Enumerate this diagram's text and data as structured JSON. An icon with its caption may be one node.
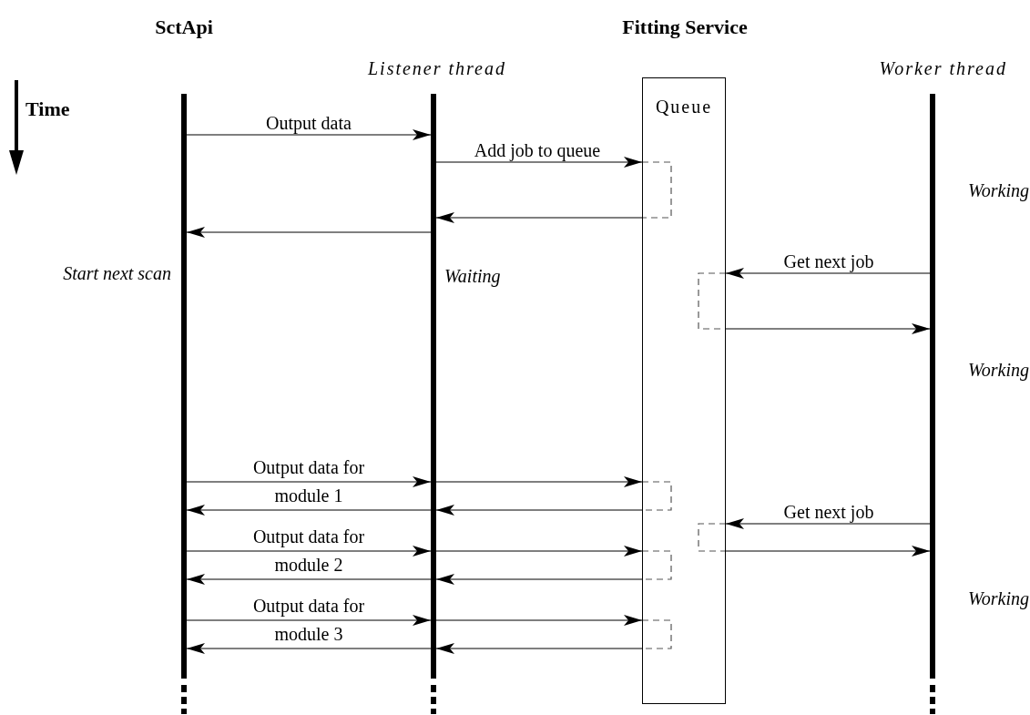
{
  "diagram": {
    "nodes": [
      {
        "text": [
          "SctApi"
        ],
        "beside": [
          "Start next scan"
        ]
      },
      {
        "text": [
          "Listener thread"
        ],
        "beside": [
          "Waiting"
        ]
      },
      {
        "text": [
          "Queue"
        ]
      },
      {
        "text": [
          "Worker thread"
        ],
        "beside": [
          "Working",
          "Working",
          "Working"
        ]
      }
    ],
    "edges": [
      {
        "from": 0,
        "to": 1,
        "arrow": "to",
        "label": "Output data"
      },
      {
        "from": 1,
        "to": 2,
        "arrow": "to",
        "label": "Add job to queue"
      },
      {
        "from": 2,
        "to": 1,
        "arrow": "to"
      },
      {
        "from": 1,
        "to": 0,
        "arrow": "to"
      },
      {
        "from": 3,
        "to": 2,
        "arrow": "to",
        "label": "Get next job"
      },
      {
        "from": 2,
        "to": 3,
        "arrow": "to"
      },
      {
        "from": 0,
        "to": 1,
        "arrow": "to",
        "label": "Output data for module 1"
      },
      {
        "from": 1,
        "to": 2,
        "arrow": "to"
      },
      {
        "from": 2,
        "to": 1,
        "arrow": "to"
      },
      {
        "from": 1,
        "to": 0,
        "arrow": "to"
      },
      {
        "from": 3,
        "to": 2,
        "arrow": "to",
        "label": "Get next job"
      },
      {
        "from": 2,
        "to": 3,
        "arrow": "to"
      },
      {
        "from": 0,
        "to": 1,
        "arrow": "to",
        "label": "Output data for module 2"
      },
      {
        "from": 1,
        "to": 2,
        "arrow": "to"
      },
      {
        "from": 2,
        "to": 1,
        "arrow": "to"
      },
      {
        "from": 1,
        "to": 0,
        "arrow": "to"
      },
      {
        "from": 0,
        "to": 1,
        "arrow": "to",
        "label": "Output data for module 3"
      },
      {
        "from": 1,
        "to": 2,
        "arrow": "to"
      },
      {
        "from": 2,
        "to": 1,
        "arrow": "to"
      },
      {
        "from": 1,
        "to": 0,
        "arrow": "to"
      }
    ],
    "labels": [
      "Fitting Service",
      "Time"
    ]
  }
}
